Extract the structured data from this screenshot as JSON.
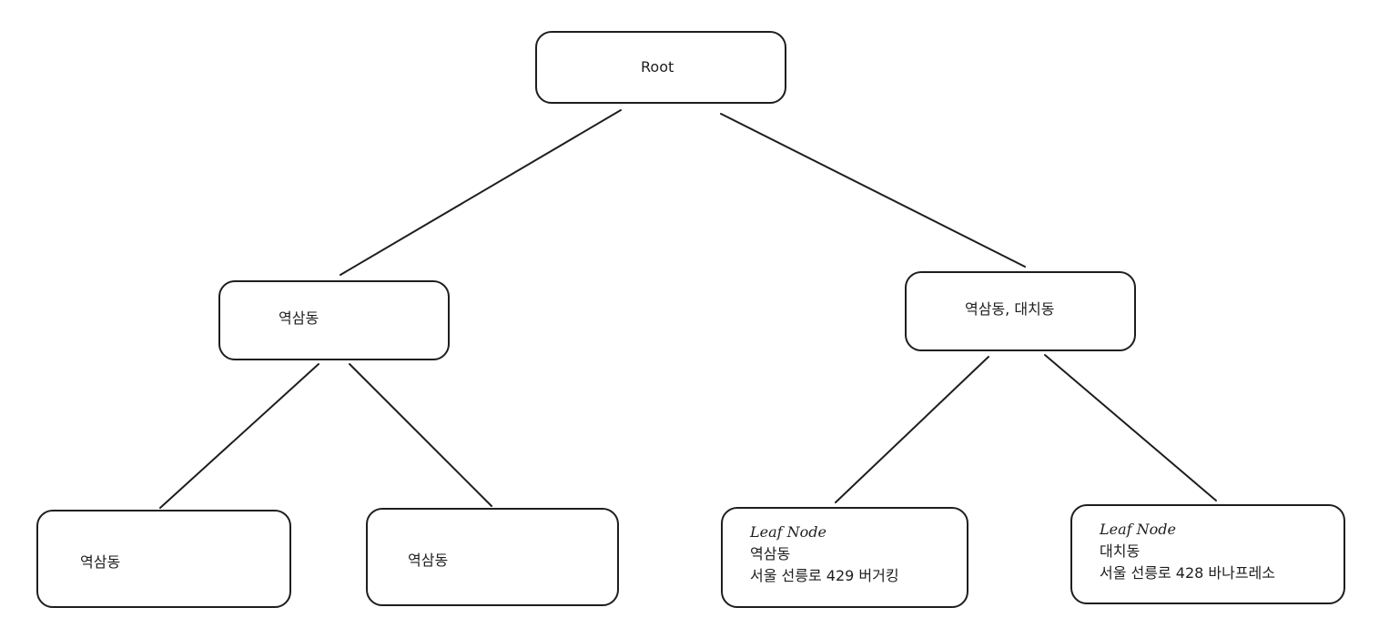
{
  "diagram": {
    "nodes": {
      "root": {
        "label": "Root"
      },
      "left_mid": {
        "label": "역삼동"
      },
      "right_mid": {
        "label": "역삼동, 대치동"
      },
      "leaf_1": {
        "label": "역삼동"
      },
      "leaf_2": {
        "label": "역삼동"
      },
      "leaf_3": {
        "title": "Leaf Node",
        "lines": [
          "역삼동",
          "서울 선릉로 429 버거킹"
        ]
      },
      "leaf_4": {
        "title": "Leaf Node",
        "lines": [
          "대치동",
          "서울 선릉로 428 바나프레소"
        ]
      }
    },
    "stroke_color": "#1e1e1e",
    "background_color": "#ffffff"
  }
}
